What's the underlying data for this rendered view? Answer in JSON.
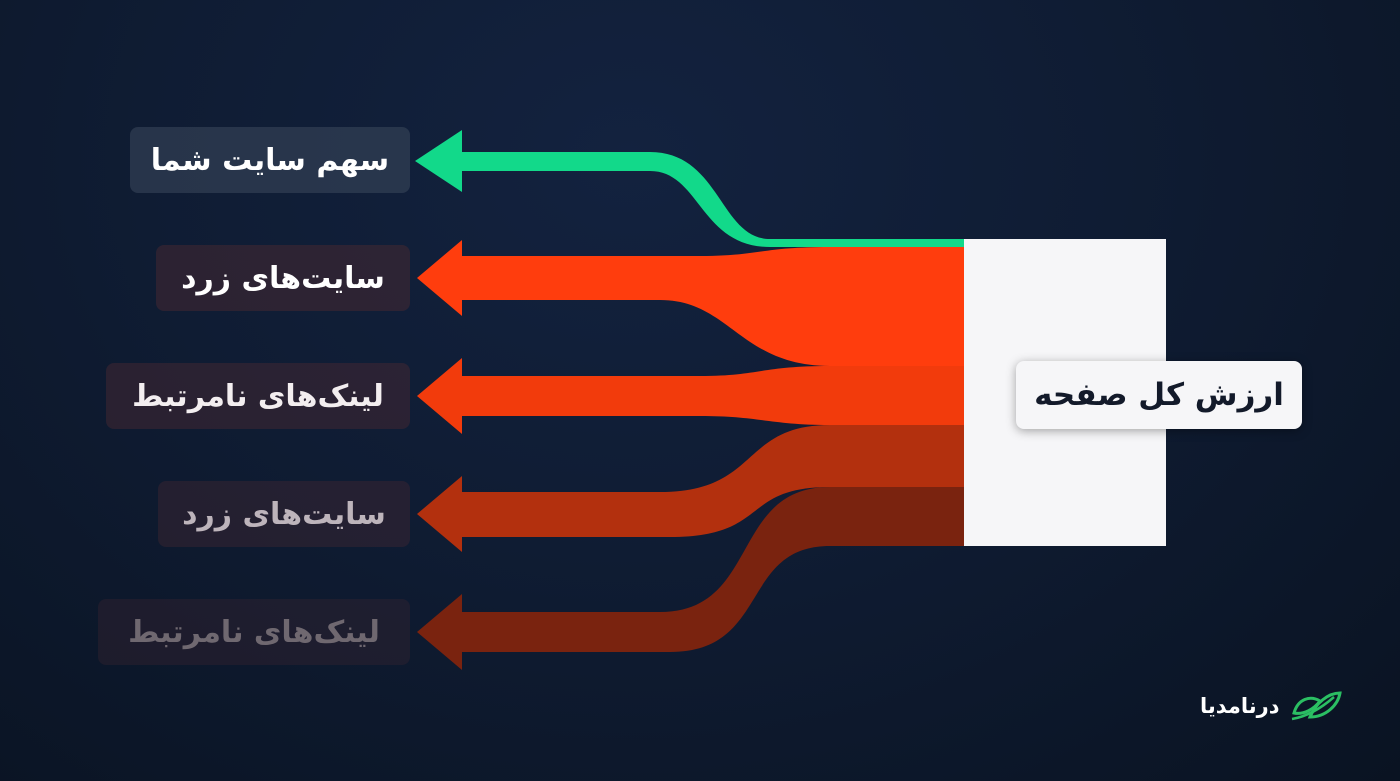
{
  "diagram": {
    "source": {
      "label": "ارزش کل صفحه"
    },
    "outputs": [
      {
        "label": "سهم سایت شما",
        "color": "#12d98a"
      },
      {
        "label": "سایت‌های زرد",
        "color": "#ff3d0d"
      },
      {
        "label": "لینک‌های نامرتبط",
        "color": "#f23b0c"
      },
      {
        "label": "سایت‌های زرد",
        "color": "#b3300e"
      },
      {
        "label": "لینک‌های نامرتبط",
        "color": "#7a230f"
      }
    ]
  },
  "brand": {
    "name": "درنامدیا",
    "logo_icon": "leaf-logo-icon",
    "color": "#2bbf63"
  }
}
